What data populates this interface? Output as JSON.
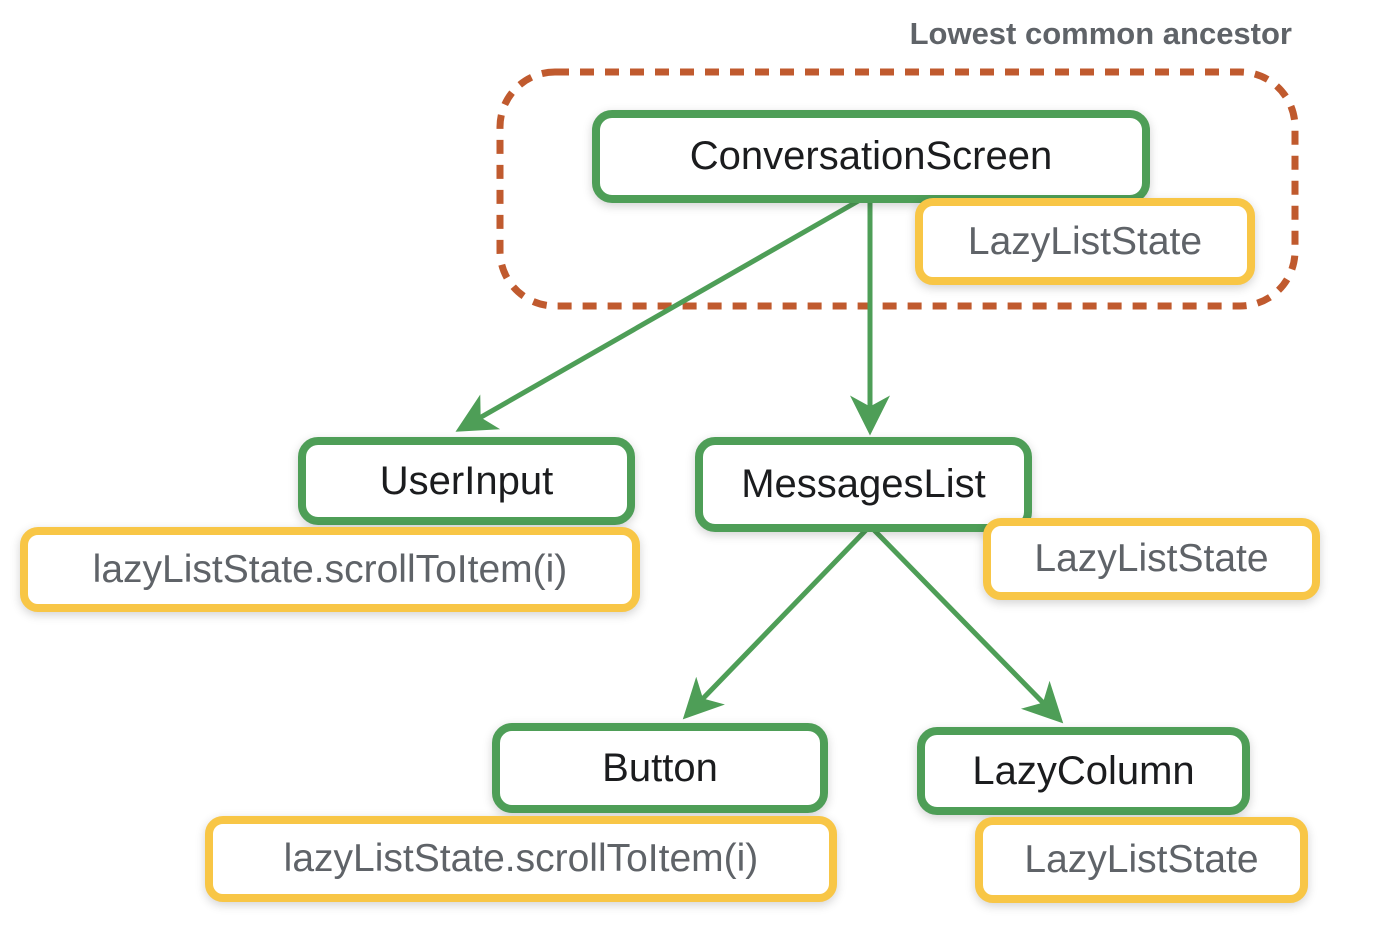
{
  "annotation": {
    "label": "Lowest common ancestor"
  },
  "colors": {
    "green": "#4e9e57",
    "yellow": "#f8c646",
    "orange": "#c05a2e",
    "gray": "#5f6368",
    "node-text": "#1b1c1e"
  },
  "nodes": {
    "conversation_screen": {
      "label": "ConversationScreen"
    },
    "user_input": {
      "label": "UserInput"
    },
    "messages_list": {
      "label": "MessagesList"
    },
    "button": {
      "label": "Button"
    },
    "lazy_column": {
      "label": "LazyColumn"
    }
  },
  "states": {
    "conversation_screen_state": {
      "label": "LazyListState"
    },
    "user_input_call": {
      "label": "lazyListState.scrollToItem(i)"
    },
    "messages_list_state": {
      "label": "LazyListState"
    },
    "button_call": {
      "label": "lazyListState.scrollToItem(i)"
    },
    "lazy_column_state": {
      "label": "LazyListState"
    }
  }
}
